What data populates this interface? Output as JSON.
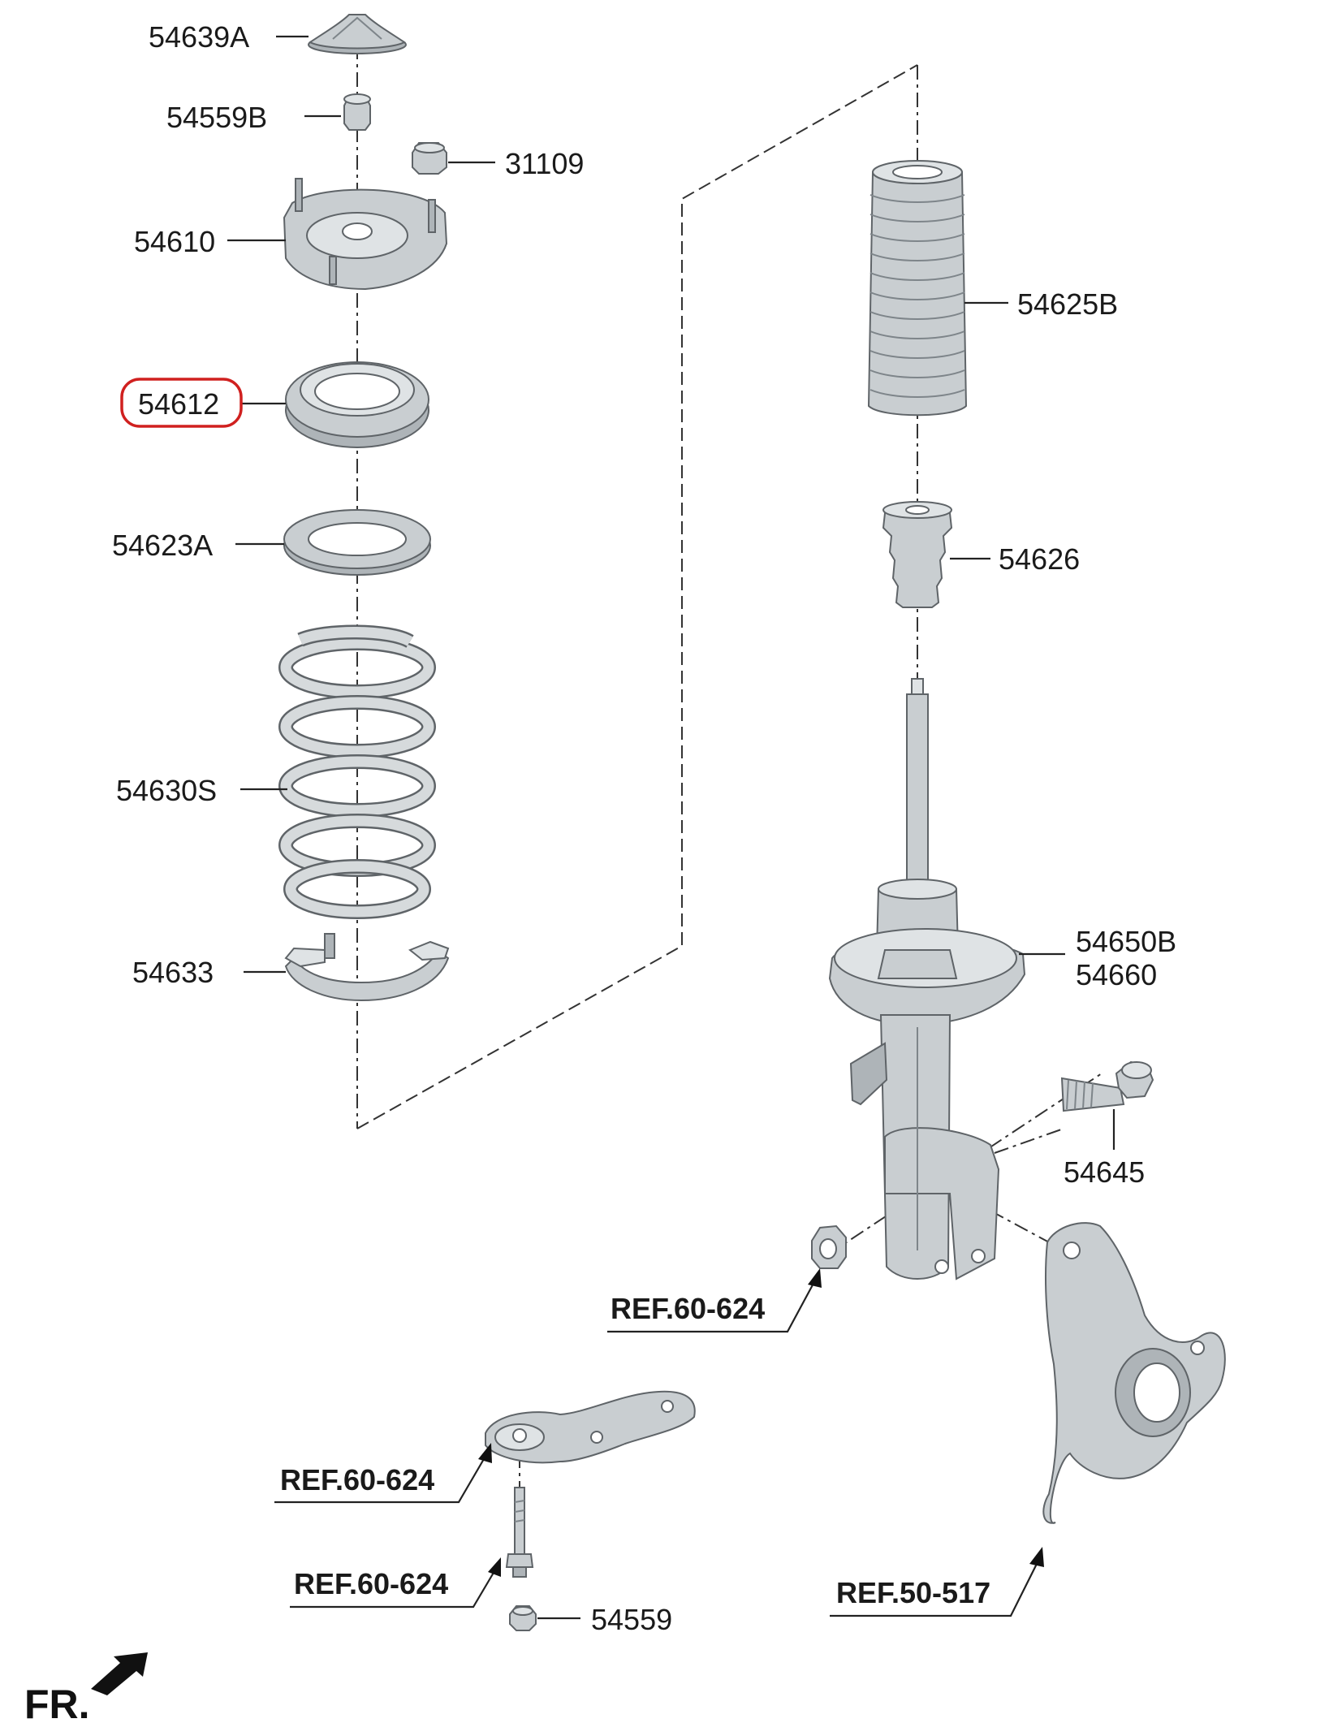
{
  "labels": {
    "p54639A": "54639A",
    "p54559B": "54559B",
    "p31109": "31109",
    "p54610": "54610",
    "p54612": "54612",
    "p54623A": "54623A",
    "p54630S": "54630S",
    "p54633": "54633",
    "p54625B": "54625B",
    "p54626": "54626",
    "p54650B": "54650B",
    "p54660": "54660",
    "p54645": "54645",
    "p54559": "54559"
  },
  "references": {
    "ref_nut": "REF.60-624",
    "ref_arm": "REF.60-624",
    "ref_bolt": "REF.60-624",
    "ref_knuckle": "REF.50-517"
  },
  "direction": "FR.",
  "highlight_color": "#d0201f"
}
